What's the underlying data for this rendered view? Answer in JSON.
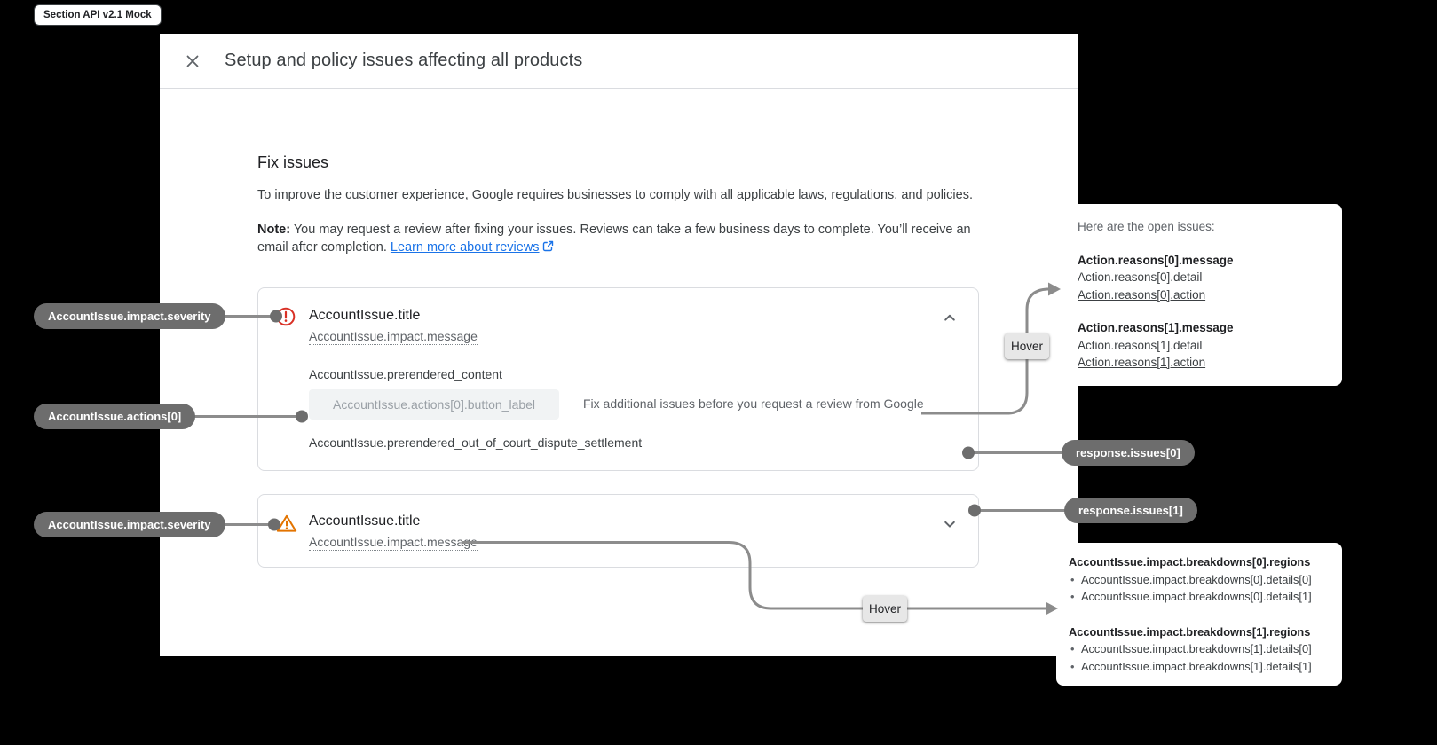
{
  "badge": "Section API v2.1 Mock",
  "dialog": {
    "title": "Setup and policy issues affecting all products",
    "section_title": "Fix issues",
    "intro": "To improve the customer experience, Google requires businesses to comply with all applicable laws, regulations, and policies.",
    "note_label": "Note:",
    "note_text": "You may request a review after fixing your issues. Reviews can take a few business days to complete. You’ll receive an email after completion.",
    "note_link": "Learn more about reviews",
    "issues": [
      {
        "severity": "error",
        "title": "AccountIssue.title",
        "impact_message": "AccountIssue.impact.message",
        "prerendered_content": "AccountIssue.prerendered_content",
        "action_button_label": "AccountIssue.actions[0].button_label",
        "fix_link": "Fix additional issues before you request a review from Google",
        "dispute_settlement": "AccountIssue.prerendered_out_of_court_dispute_settlement"
      },
      {
        "severity": "warning",
        "title": "AccountIssue.title",
        "impact_message": "AccountIssue.impact.message"
      }
    ]
  },
  "annotations": {
    "severity_label_0": "AccountIssue.impact.severity",
    "actions_label": "AccountIssue.actions[0]",
    "severity_label_1": "AccountIssue.impact.severity",
    "response_issue_0": "response.issues[0]",
    "response_issue_1": "response.issues[1]",
    "hover": "Hover"
  },
  "tooltips": {
    "open_issues": {
      "intro": "Here are the open issues:",
      "groups": [
        {
          "message": "Action.reasons[0].message",
          "detail": "Action.reasons[0].detail",
          "action": "Action.reasons[0].action"
        },
        {
          "message": "Action.reasons[1].message",
          "detail": "Action.reasons[1].detail",
          "action": "Action.reasons[1].action"
        }
      ]
    },
    "breakdowns": {
      "groups": [
        {
          "regions": "AccountIssue.impact.breakdowns[0].regions",
          "details": [
            "AccountIssue.impact.breakdowns[0].details[0]",
            "AccountIssue.impact.breakdowns[0].details[1]"
          ]
        },
        {
          "regions": "AccountIssue.impact.breakdowns[1].regions",
          "details": [
            "AccountIssue.impact.breakdowns[1].details[0]",
            "AccountIssue.impact.breakdowns[1].details[1]"
          ]
        }
      ]
    }
  },
  "colors": {
    "error": "#d93025",
    "warning": "#e37400",
    "link": "#1a73e8",
    "annotation_pill": "#6d6d6d",
    "connector": "#8c8c8c",
    "card_border": "#dadce0"
  }
}
